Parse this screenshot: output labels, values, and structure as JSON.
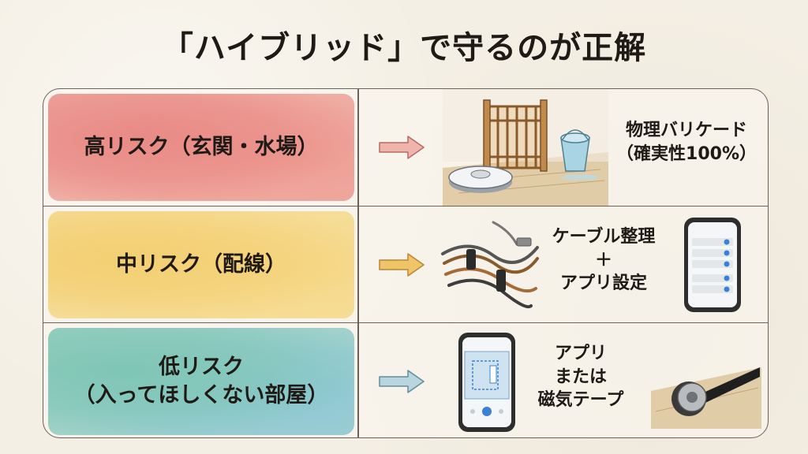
{
  "title": "「ハイブリッド」で守るのが正解",
  "rows": [
    {
      "risk_label": "高リスク（玄関・水場）",
      "solution_lines": [
        "物理バリケード",
        "（確実性100%）"
      ],
      "colors": {
        "wash": "#e98a86",
        "arrow": "#e79a92"
      }
    },
    {
      "risk_label": "中リスク（配線）",
      "solution_lines": [
        "ケーブル整理",
        "＋",
        "アプリ設定"
      ],
      "colors": {
        "wash": "#f3cf72",
        "arrow": "#eab455"
      }
    },
    {
      "risk_label_lines": [
        "低リスク",
        "（入ってほしくない部屋）"
      ],
      "solution_lines": [
        "アプリ",
        "または",
        "磁気テープ"
      ],
      "colors": {
        "wash": "#7fc6b4",
        "arrow": "#9fc3cc"
      }
    }
  ],
  "icons": {
    "row1": "baby-gate-robot-vacuum-bucket-illustration",
    "row2": "bundled-cables-illustration",
    "row2_phone": "phone-app-settings-icon",
    "row3_phone": "phone-app-map-icon",
    "row3": "magnetic-tape-roll-illustration",
    "arrow": "right-arrow-icon"
  }
}
